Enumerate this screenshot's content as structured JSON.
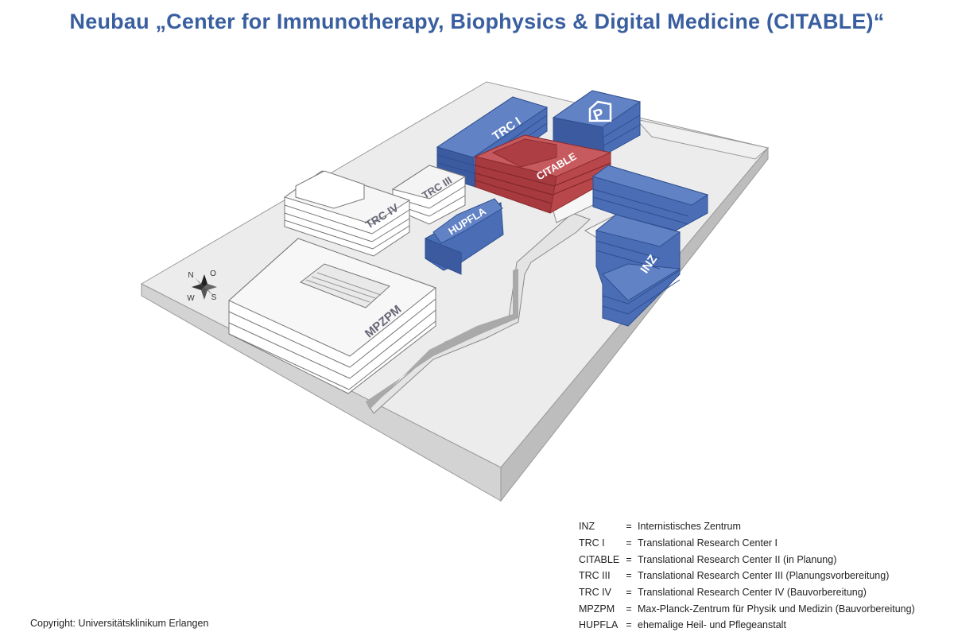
{
  "title": "Neubau „Center for Immunotherapy, Biophysics & Digital Medicine (CITABLE)“",
  "buildings": {
    "trc1": "TRC I",
    "parking": "P",
    "citable": "CITABLE",
    "trc3": "TRC III",
    "trc4": "TRC IV",
    "hupfla": "HUPFLA",
    "inz": "INZ",
    "mpzpm": "MPZPM"
  },
  "compass": {
    "n": "N",
    "o": "O",
    "s": "S",
    "w": "W"
  },
  "legend": [
    {
      "abbr": "INZ",
      "eq": "=",
      "desc": "Internistisches Zentrum"
    },
    {
      "abbr": "TRC I",
      "eq": "=",
      "desc": "Translational Research Center I"
    },
    {
      "abbr": "CITABLE",
      "eq": "=",
      "desc": "Translational Research Center II (in Planung)"
    },
    {
      "abbr": "TRC III",
      "eq": "=",
      "desc": "Translational Research Center III (Planungsvorbereitung)"
    },
    {
      "abbr": "TRC IV",
      "eq": "=",
      "desc": "Translational Research Center IV (Bauvorbereitung)"
    },
    {
      "abbr": "MPZPM",
      "eq": "=",
      "desc": "Max-Planck-Zentrum für Physik und Medizin (Bauvorbereitung)"
    },
    {
      "abbr": "HUPFLA",
      "eq": "=",
      "desc": "ehemalige Heil- und Pflegeanstalt"
    }
  ],
  "copyright": "Copyright: Universitätsklinikum Erlangen",
  "colors": {
    "title": "#3a5fa0",
    "existing_building": "#4a6db5",
    "citable": "#b8474b",
    "planned_building": "#ffffff",
    "ground": "#ededed"
  }
}
